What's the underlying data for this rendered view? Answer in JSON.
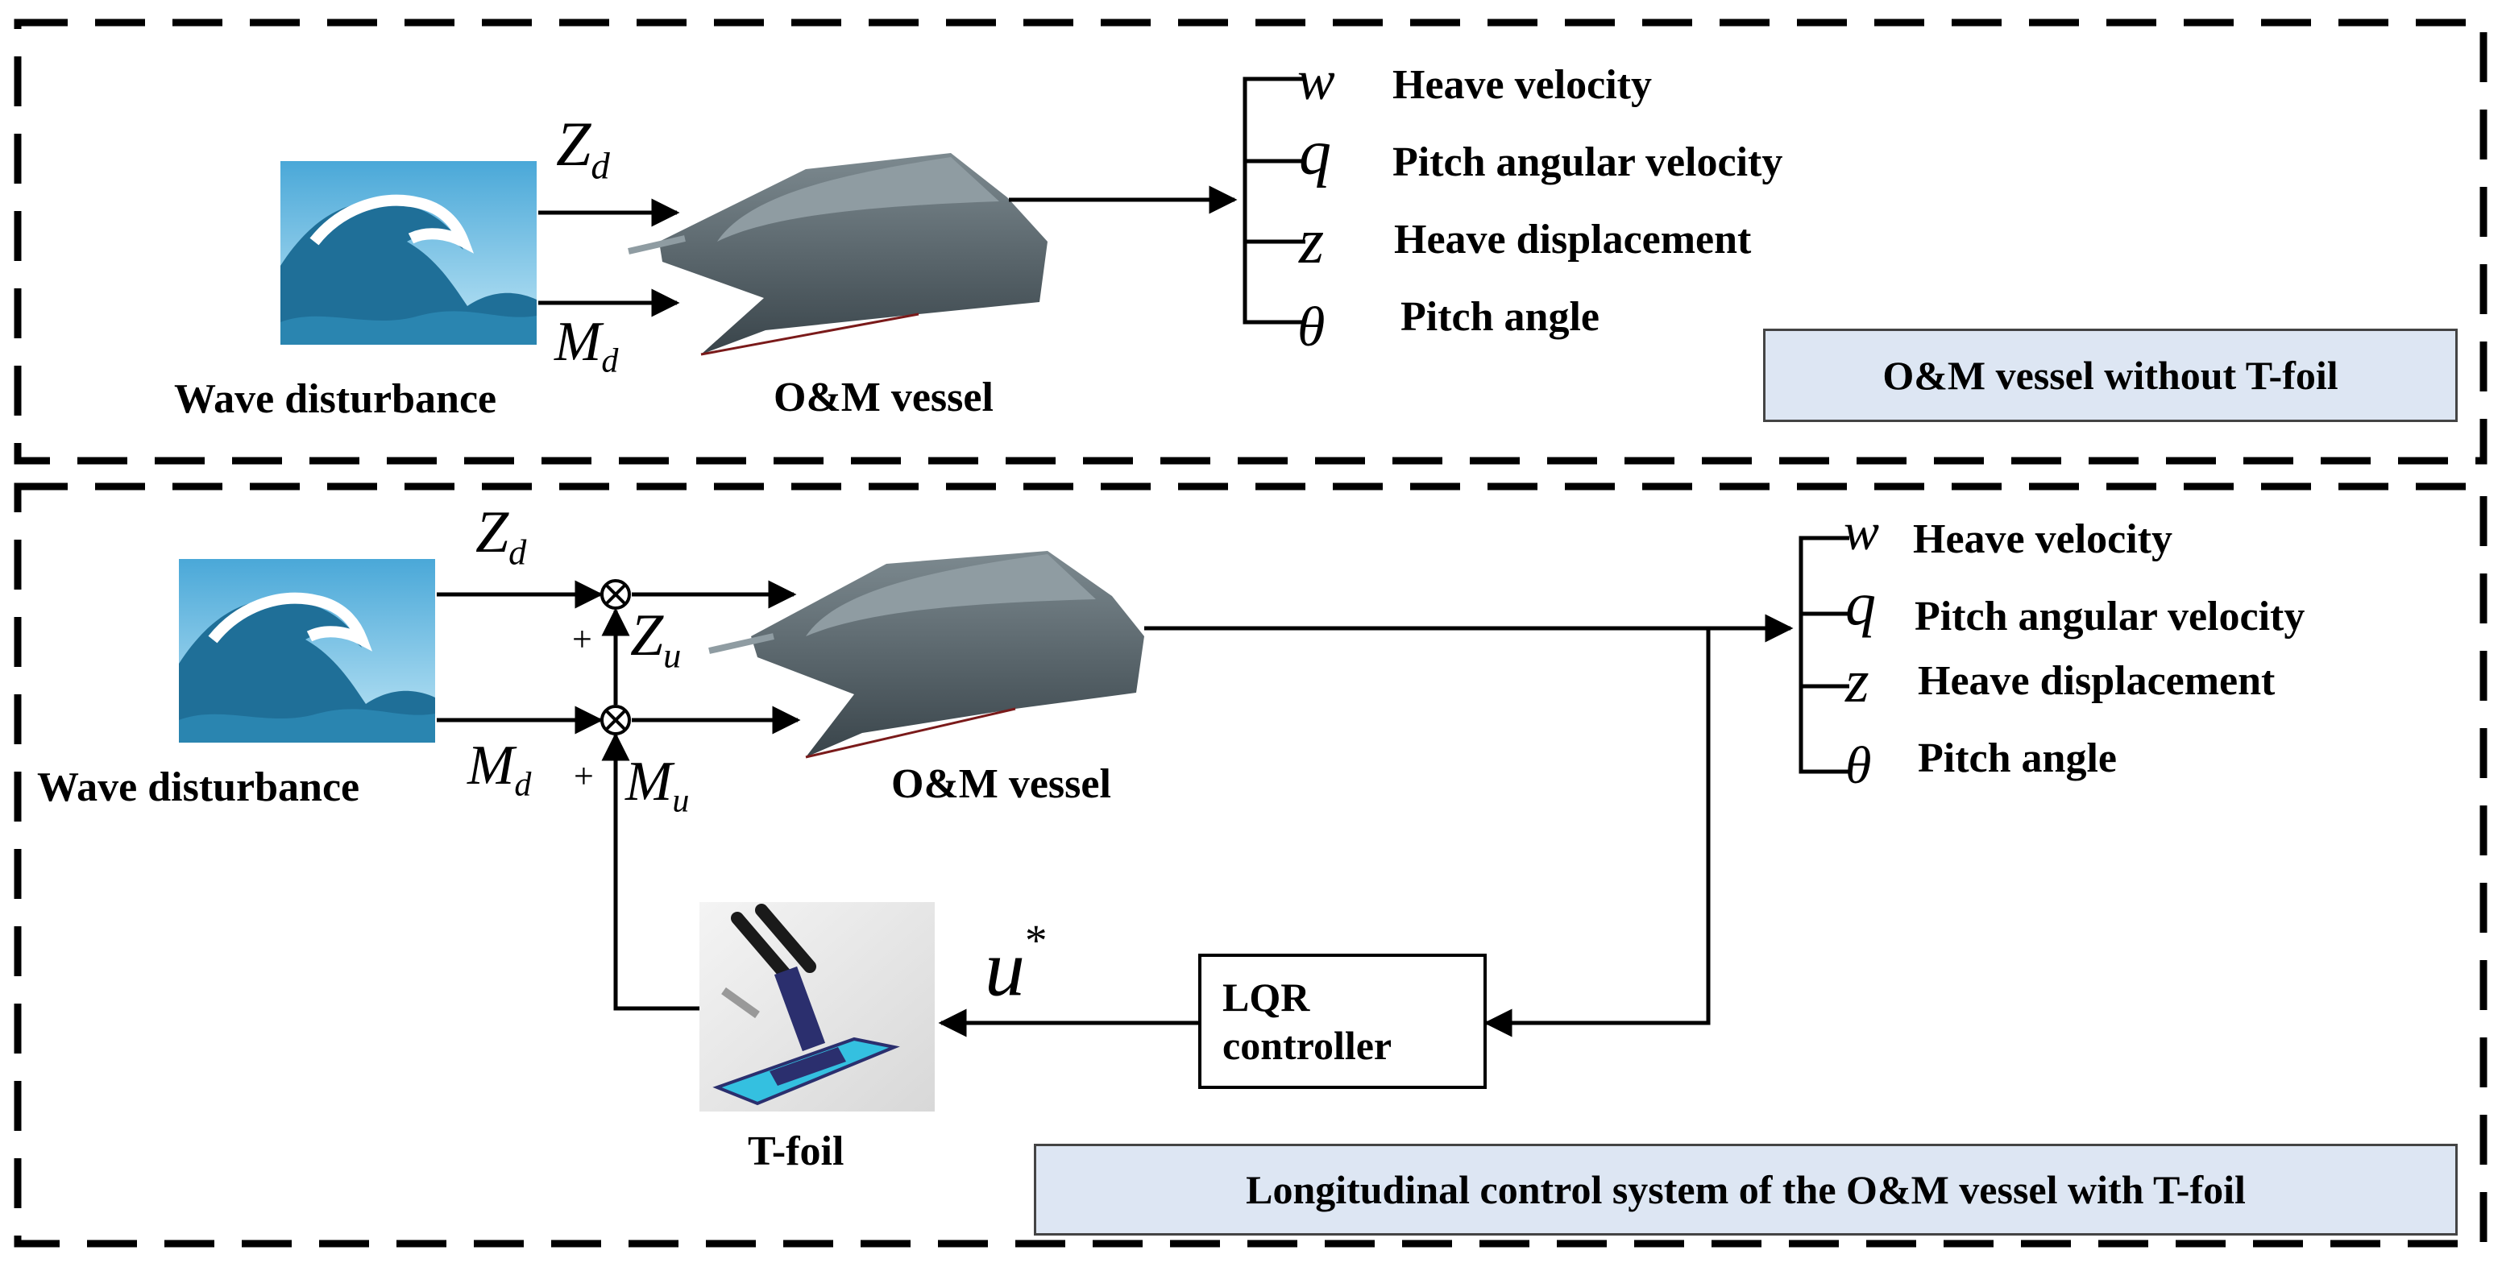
{
  "top_panel": {
    "inputs": {
      "z_d": "Z",
      "z_d_sub": "d",
      "m_d": "M",
      "m_d_sub": "d"
    },
    "wave_label": "Wave disturbance",
    "vessel_label": "O&M vessel",
    "outputs": [
      {
        "symbol": "w",
        "label": "Heave velocity"
      },
      {
        "symbol": "q",
        "label": "Pitch angular velocity"
      },
      {
        "symbol": "z",
        "label": "Heave displacement"
      },
      {
        "symbol": "θ",
        "label": "Pitch angle"
      }
    ],
    "caption": "O&M vessel without T-foil"
  },
  "bottom_panel": {
    "inputs": {
      "z_d": "Z",
      "z_d_sub": "d",
      "m_d": "M",
      "m_d_sub": "d",
      "z_u": "Z",
      "z_u_sub": "u",
      "m_u": "M",
      "m_u_sub": "u"
    },
    "plus_sign": "+",
    "sum_symbol": "⊗",
    "wave_label": "Wave disturbance",
    "vessel_label": "O&M vessel",
    "outputs": [
      {
        "symbol": "w",
        "label": "Heave velocity"
      },
      {
        "symbol": "q",
        "label": "Pitch angular velocity"
      },
      {
        "symbol": "z",
        "label": "Heave displacement"
      },
      {
        "symbol": "θ",
        "label": "Pitch angle"
      }
    ],
    "controller_line1": "LQR",
    "controller_line2": "controller",
    "control_signal": "u",
    "control_signal_sup": "*",
    "tfoil_label": "T-foil",
    "caption": "Longitudinal control system of the O&M vessel with T-foil"
  }
}
